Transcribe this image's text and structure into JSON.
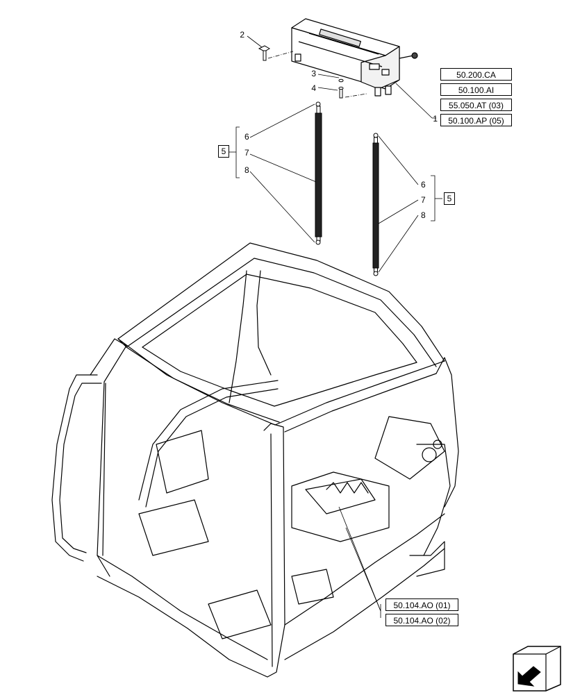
{
  "callouts": {
    "item1": "1",
    "item2": "2",
    "item3": "3",
    "item4": "4",
    "item5_left": "5",
    "item5_right": "5",
    "item6_left": "6",
    "item7_left": "7",
    "item8_left": "8",
    "item6_right": "6",
    "item7_right": "7",
    "item8_right": "8"
  },
  "references": {
    "top": [
      "50.200.CA",
      "50.100.AI",
      "55.050.AT (03)",
      "50.100.AP (05)"
    ],
    "bottom": [
      "50.104.AO (01)",
      "50.104.AO (02)"
    ]
  },
  "icons": {
    "nav": "arrow-back-icon"
  }
}
